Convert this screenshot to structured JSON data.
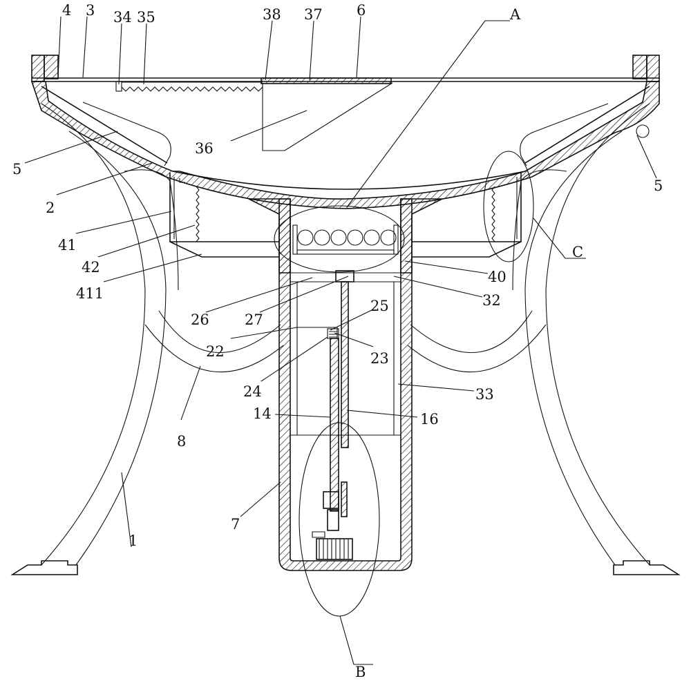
{
  "diagram": {
    "labels": {
      "l4": "4",
      "l3": "3",
      "l34": "34",
      "l35": "35",
      "l38": "38",
      "l37": "37",
      "l6": "6",
      "lA": "A",
      "l5a": "5",
      "l36": "36",
      "l5b": "5",
      "l2": "2",
      "lC": "C",
      "l41": "41",
      "l42": "42",
      "l411": "411",
      "l40": "40",
      "l32": "32",
      "l26": "26",
      "l27": "27",
      "l25": "25",
      "l22": "22",
      "l23": "23",
      "l24": "24",
      "l33": "33",
      "l14": "14",
      "l16": "16",
      "l8": "8",
      "l7": "7",
      "l1": "1",
      "lB": "B"
    }
  }
}
